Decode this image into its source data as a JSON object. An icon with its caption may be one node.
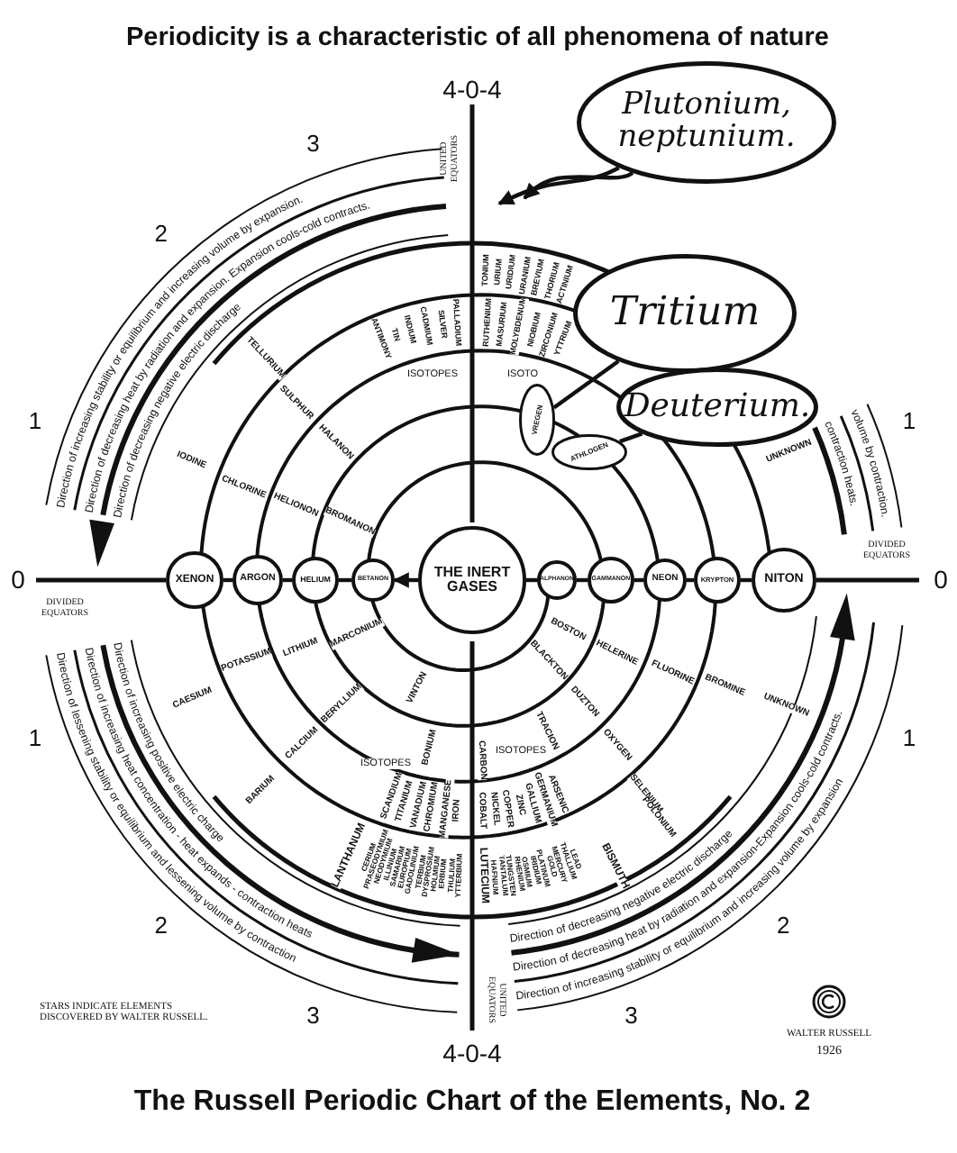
{
  "diagram": {
    "title": "Periodicity is a characteristic of all phenomena of nature",
    "caption": "The Russell Periodic Chart of the Elements, No. 2",
    "nodes": [
      {
        "text": [
          "Plutonium, neptunium."
        ]
      },
      {
        "text": [
          "Tritium"
        ]
      },
      {
        "text": [
          "VREGEN"
        ]
      },
      {
        "text": [
          "Deuterium."
        ]
      },
      {
        "text": [
          "ATHLOGEN"
        ]
      },
      {
        "text": [
          "XENON"
        ]
      },
      {
        "text": [
          "ARGON"
        ]
      },
      {
        "text": [
          "HELIUM"
        ]
      },
      {
        "text": [
          "BETANON"
        ]
      },
      {
        "text": [
          "THE INERT GASES"
        ]
      },
      {
        "text": [
          "ALPHANON"
        ]
      },
      {
        "text": [
          "GAMMANON"
        ]
      },
      {
        "text": [
          "NEON"
        ]
      },
      {
        "text": [
          "KRYPTON"
        ]
      },
      {
        "text": [
          "NITON"
        ]
      }
    ],
    "edges": [
      {
        "from": 0,
        "to": null,
        "arrow": "to"
      },
      {
        "from": 0,
        "to": null,
        "arrow": "to"
      },
      {
        "from": 1,
        "to": 2,
        "arrow": "none"
      },
      {
        "from": 3,
        "to": 4,
        "arrow": "none"
      },
      {
        "from": 5,
        "to": 6,
        "arrow": "none"
      },
      {
        "from": 6,
        "to": 7,
        "arrow": "none"
      },
      {
        "from": 7,
        "to": 8,
        "arrow": "none"
      },
      {
        "from": 9,
        "to": 8,
        "arrow": "to"
      },
      {
        "from": 9,
        "to": 10,
        "arrow": "none"
      },
      {
        "from": 10,
        "to": 11,
        "arrow": "none"
      },
      {
        "from": 11,
        "to": 12,
        "arrow": "none"
      },
      {
        "from": 12,
        "to": 13,
        "arrow": "none"
      },
      {
        "from": 13,
        "to": 14,
        "arrow": "none"
      }
    ],
    "labels": [
      "4-0-4",
      "UNITED EQUATORS",
      "3",
      "2",
      "1",
      "0",
      "DIVIDED EQUATORS",
      "1",
      "0",
      "DIVIDED EQUATORS",
      "1",
      "1",
      "2",
      "3",
      "2",
      "3",
      "4-0-4",
      "UNITED EQUATORS",
      "STARS INDICATE ELEMENTS DISCOVERED BY WALTER RUSSELL.",
      "WALTER RUSSELL",
      "1926",
      "ISOTOPES",
      "ISOTO",
      "ISOTOPES",
      "ISOTOPES",
      "Direction of increasing stability or equilibrium and increasing volume by expansion.",
      "Direction of decreasing heat by radiation and expansion. Expansion cools-cold contracts.",
      "Direction of decreasing negative electric discharge",
      "volume by contraction.",
      "contraction heats.",
      "Direction of increasing positive electric charge",
      "Direction of increasing heat concentration - heat expands - contraction heats",
      "Direction of lessening stability or equilibrium and lessening volume by contraction",
      "Direction of decreasing negative electric discharge",
      "Direction of decreasing heat by radiation and expansion-Expansion cools-cold contracts.",
      "Direction of increasing stability or equilibrium and increasing volume by expansion",
      "TELLURIUM",
      "SULPHUR",
      "HALANON",
      "IODINE",
      "CHLORINE",
      "HELIONON",
      "BROMANON",
      "TONIUM",
      "URIUM",
      "URIDIUM",
      "URANIUM",
      "BREVIUM",
      "THORIUM",
      "ACTINIUM",
      "ANTIMONY",
      "TIN",
      "INDIUM",
      "CADMIUM",
      "SILVER",
      "PALLADIUM",
      "RUTHENIUM",
      "MASURIUM",
      "MOLYBDENUM",
      "NIOBIUM",
      "ZIRCONIUM",
      "YTTRIUM",
      "UNKNOWN",
      "BOSTON",
      "HELERINE",
      "FLUORINE",
      "BROMINE",
      "UNKNOWN",
      "BLACKTON",
      "DUZTON",
      "OXYGEN",
      "SELENIUM",
      "POLONIUM",
      "TRACION",
      "BISMUTH",
      "CAESIUM",
      "POTASSIUM",
      "LITHIUM",
      "MARCONIUM",
      "BARIUM",
      "CALCIUM",
      "BERYLLIUM",
      "VINTON",
      "BONIUM",
      "CARBON",
      "SCANDIUM",
      "TITANIUM",
      "VANADIUM",
      "CHROMIUM",
      "MANGANESE",
      "IRON",
      "COBALT",
      "NICKEL",
      "COPPER",
      "ZINC",
      "GALLIUM",
      "GERMANIUM",
      "ARSENIC",
      "LANTHANUM",
      "CERIUM",
      "PRASEODYMIUM",
      "NEODYMIUM",
      "ILLINIUM",
      "SAMARIUM",
      "EUROPIUM",
      "GADOLINIUM",
      "TERBIUM",
      "DYSPROSIUM",
      "HOLMIUM",
      "ERBIUM",
      "THULIUM",
      "YTTERBIUM",
      "LUTECIUM",
      "HAFNIUM",
      "TANTALUM",
      "TUNGSTEN",
      "RHENIUM",
      "OSMIUM",
      "IRIDIUM",
      "PLATINUM",
      "GOLD",
      "MERCURY",
      "THALLIUM",
      "LEAD"
    ]
  }
}
